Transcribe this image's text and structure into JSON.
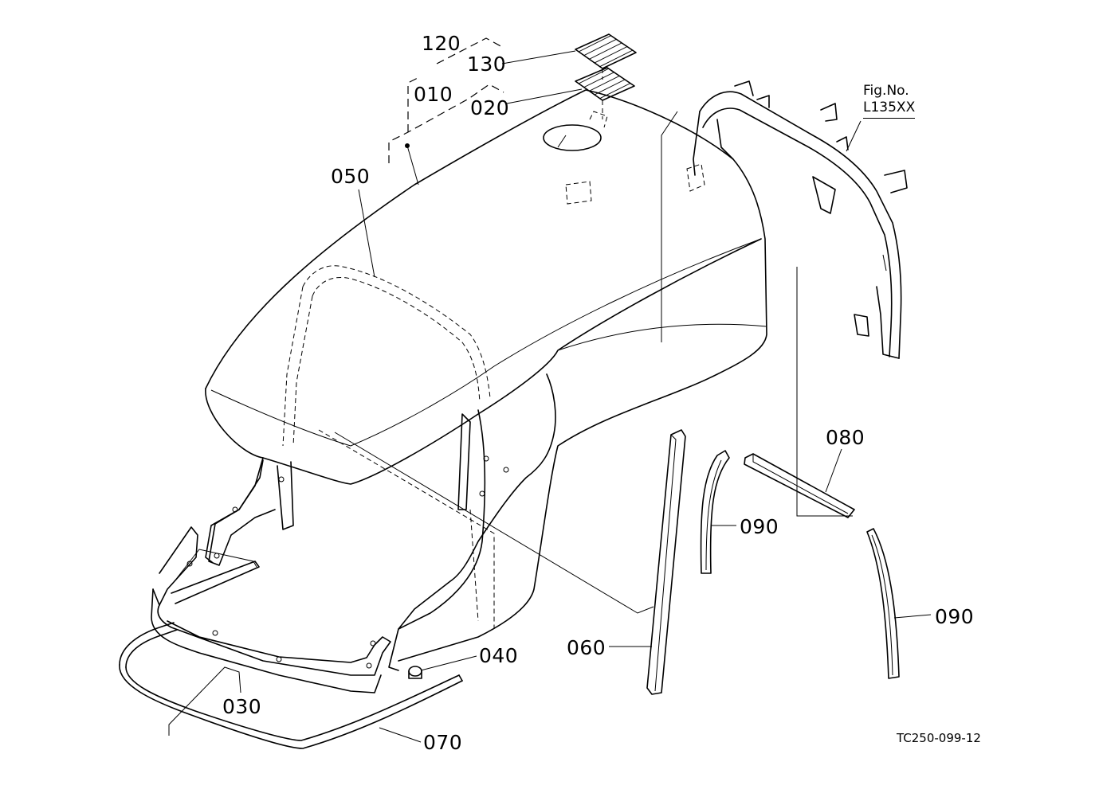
{
  "figure_ref": {
    "prefix": "Fig.No.",
    "number": "L135XX"
  },
  "drawing_code": "TC250-099-12",
  "callouts": [
    {
      "id": "120",
      "text": "120"
    },
    {
      "id": "130",
      "text": "130"
    },
    {
      "id": "010",
      "text": "010"
    },
    {
      "id": "020",
      "text": "020"
    },
    {
      "id": "050",
      "text": "050"
    },
    {
      "id": "080",
      "text": "080"
    },
    {
      "id": "090a",
      "text": "090"
    },
    {
      "id": "090b",
      "text": "090"
    },
    {
      "id": "040",
      "text": "040"
    },
    {
      "id": "060",
      "text": "060"
    },
    {
      "id": "030",
      "text": "030"
    },
    {
      "id": "070",
      "text": "070"
    }
  ]
}
